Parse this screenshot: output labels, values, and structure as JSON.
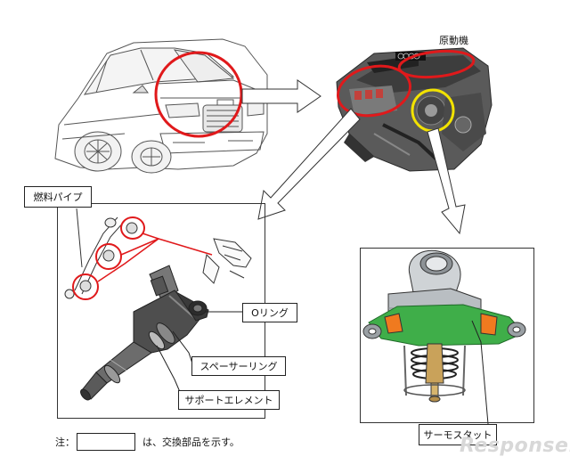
{
  "labels": {
    "engine": "原動機",
    "fuel_pipe": "燃料パイプ",
    "o_ring": "Oリング",
    "spacer_ring": "スペーサーリング",
    "support_element": "サポートエレメント",
    "thermostat": "サーモスタット"
  },
  "note": {
    "prefix": "注：",
    "suffix": "は、交換部品を示す。"
  },
  "watermark": "Response.",
  "colors": {
    "highlight_red": "#e0191b",
    "highlight_yellow": "#f2e200",
    "outline": "#333333",
    "thermostat_green": "#3fae49",
    "thermostat_orange": "#f07a1f"
  }
}
